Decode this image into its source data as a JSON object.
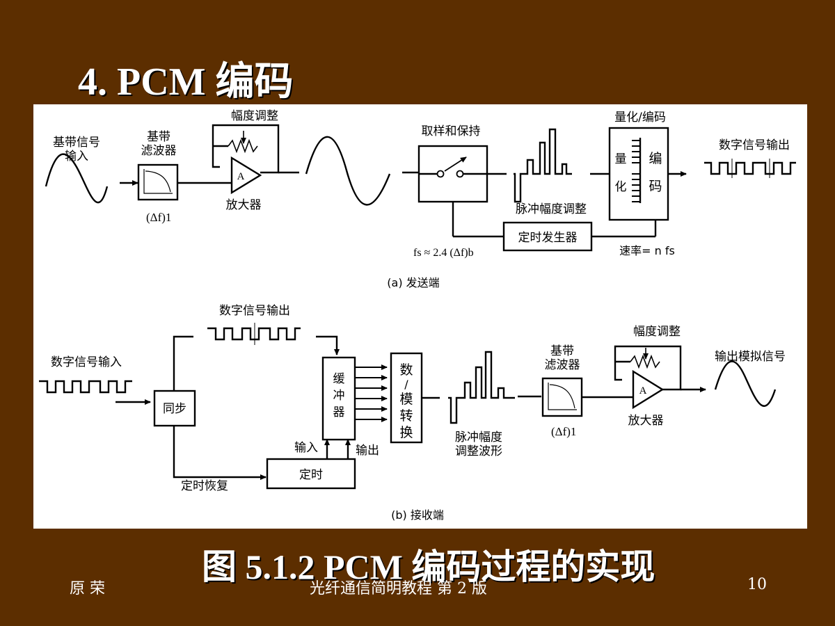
{
  "slide": {
    "title": "4.  PCM 编码",
    "caption": "图 5.1.2  PCM 编码过程的实现",
    "footer_author": "原    荣",
    "footer_book": "光纤通信简明教程    第  2  版",
    "page_number": "10"
  },
  "colors": {
    "slide_background": "#5c2e00",
    "diagram_background": "#ffffff",
    "title_text": "#ffffff",
    "line": "#000000"
  },
  "transmitter": {
    "baseband_input": [
      "基带信号",
      "输入"
    ],
    "baseband_filter": [
      "基带",
      "滤波器"
    ],
    "filter_bandwidth": "(Δf)1",
    "amplitude_adjust": "幅度调整",
    "amplifier_symbol": "A",
    "amplifier": "放大器",
    "sample_hold": "取样和保持",
    "sampling_rate": "fs ≈ 2.4 (Δf)b",
    "pam_label": "脉冲幅度调整",
    "quantize_encode": "量化/编码",
    "quantize_chars": [
      "量",
      "化"
    ],
    "encode_chars": [
      "编",
      "码"
    ],
    "timing_generator": "定时发生器",
    "bit_rate": "速率= n fs",
    "digital_output": "数字信号输出",
    "section_label": "(a)  发送端"
  },
  "receiver": {
    "digital_input": "数字信号输入",
    "sync": "同步",
    "digital_output": "数字信号输出",
    "buffer_chars": [
      "缓",
      "冲",
      "器"
    ],
    "da_chars": [
      "数",
      "/",
      "模",
      "转",
      "换"
    ],
    "pam_waveform": [
      "脉冲幅度",
      "调整波形"
    ],
    "baseband_filter": [
      "基带",
      "滤波器"
    ],
    "filter_bandwidth": "(Δf)1",
    "amplitude_adjust": "幅度调整",
    "amplifier_symbol": "A",
    "amplifier": "放大器",
    "analog_output": "输出模拟信号",
    "input_label": "输入",
    "output_label": "输出",
    "timing": "定时",
    "timing_recovery": "定时恢复",
    "section_label": "(b)  接收端"
  }
}
